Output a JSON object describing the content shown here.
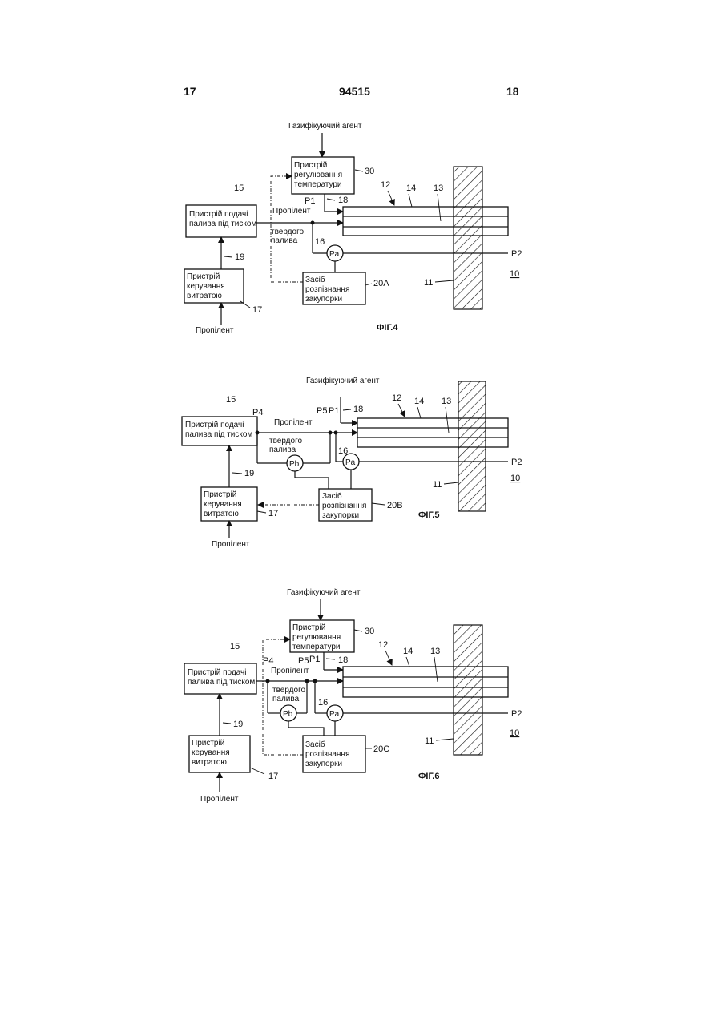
{
  "header": {
    "left_page": "17",
    "doc_number": "94515",
    "right_page": "18"
  },
  "fig4": {
    "gas_agent": "Газифікуючий агент",
    "temp_device": [
      "Пристрій",
      "регулювання",
      "температури"
    ],
    "feeder": [
      "Пристрій подачі",
      "палива під тиском"
    ],
    "flow_control": [
      "Пристрій",
      "керування",
      "витратою"
    ],
    "detector": [
      "Засіб",
      "розпізнання",
      "закупорки"
    ],
    "propellant_line": "Пропілент",
    "solid_fuel": [
      "твердого",
      "палива"
    ],
    "propellant_input": "Пропілент",
    "gauge": "Pa",
    "labels": {
      "l30": "30",
      "l15": "15",
      "l18": "18",
      "l12": "12",
      "l14": "14",
      "l13": "13",
      "lP1": "P1",
      "l16": "16",
      "lP2": "P2",
      "l19": "19",
      "l20": "20A",
      "l11": "11",
      "l10": "10",
      "l17": "17"
    },
    "caption": "ФІГ.4"
  },
  "fig5": {
    "gas_agent": "Газифікуючий агент",
    "feeder": [
      "Пристрій подачі",
      "палива під тиском"
    ],
    "flow_control": [
      "Пристрій",
      "керування",
      "витратою"
    ],
    "detector": [
      "Засіб",
      "розпізнання",
      "закупорки"
    ],
    "propellant_line": "Пропілент",
    "solid_fuel": [
      "твердого",
      "палива"
    ],
    "propellant_input": "Пропілент",
    "gauge_a": "Pa",
    "gauge_b": "Pb",
    "labels": {
      "l15": "15",
      "lP4": "P4",
      "lP5": "P5",
      "lP1": "P1",
      "l18": "18",
      "l12": "12",
      "l14": "14",
      "l13": "13",
      "l16": "16",
      "lP2": "P2",
      "l19": "19",
      "l20": "20B",
      "l11": "11",
      "l10": "10",
      "l17": "17"
    },
    "caption": "ФІГ.5"
  },
  "fig6": {
    "gas_agent": "Газифікуючий агент",
    "temp_device": [
      "Пристрій",
      "регулювання",
      "температури"
    ],
    "feeder": [
      "Пристрій подачі",
      "палива під тиском"
    ],
    "flow_control": [
      "Пристрій",
      "керування",
      "витратою"
    ],
    "detector": [
      "Засіб",
      "розпізнання",
      "закупорки"
    ],
    "propellant_line": "Пропілент",
    "solid_fuel": [
      "твердого",
      "палива"
    ],
    "propellant_input": "Пропілент",
    "gauge_a": "Pa",
    "gauge_b": "Pb",
    "labels": {
      "l30": "30",
      "l15": "15",
      "lP4": "P4",
      "lP5": "P5",
      "lP1": "P1",
      "l18": "18",
      "l12": "12",
      "l14": "14",
      "l13": "13",
      "l16": "16",
      "lP2": "P2",
      "l19": "19",
      "l20": "20C",
      "l11": "11",
      "l10": "10",
      "l17": "17"
    },
    "caption": "ФІГ.6"
  }
}
